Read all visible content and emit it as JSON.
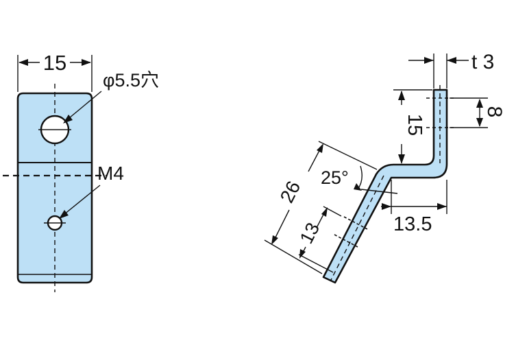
{
  "front_view": {
    "width_dim": "15",
    "hole_callout": "φ5.5穴",
    "thread_callout": "M4"
  },
  "side_view": {
    "thickness_dim": "t 3",
    "top_leg_dim": "15",
    "top_hole_dim": "8",
    "angle_dim": "25°",
    "slant_leg_dim": "26",
    "slant_hole_dim": "13",
    "offset_dim": "13.5"
  },
  "colors": {
    "part_fill": "#bde0f6",
    "outline": "#111111",
    "background": "#ffffff"
  }
}
